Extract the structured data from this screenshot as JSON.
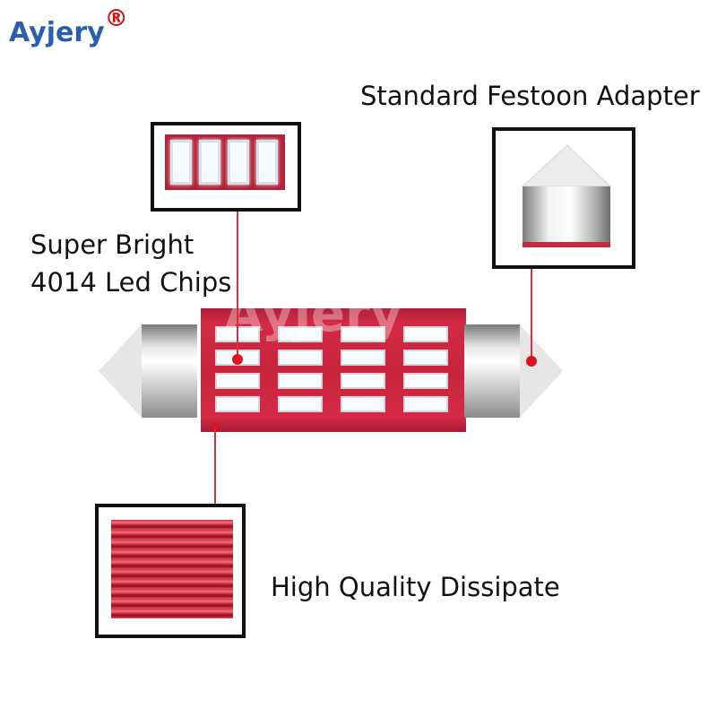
{
  "brand": {
    "name": "Ayjery",
    "mark": "®"
  },
  "labels": {
    "adapter": "Standard Festoon Adapter",
    "chips_line1": "Super Bright",
    "chips_line2": "4014 Led Chips",
    "dissipate": "High Quality Dissipate"
  },
  "watermark": "Ayjery",
  "colors": {
    "brand_text": "#2a5fb0",
    "brand_mark": "#d01010",
    "pcb_red": "#c8243e",
    "pointer_dot": "#e01020"
  }
}
